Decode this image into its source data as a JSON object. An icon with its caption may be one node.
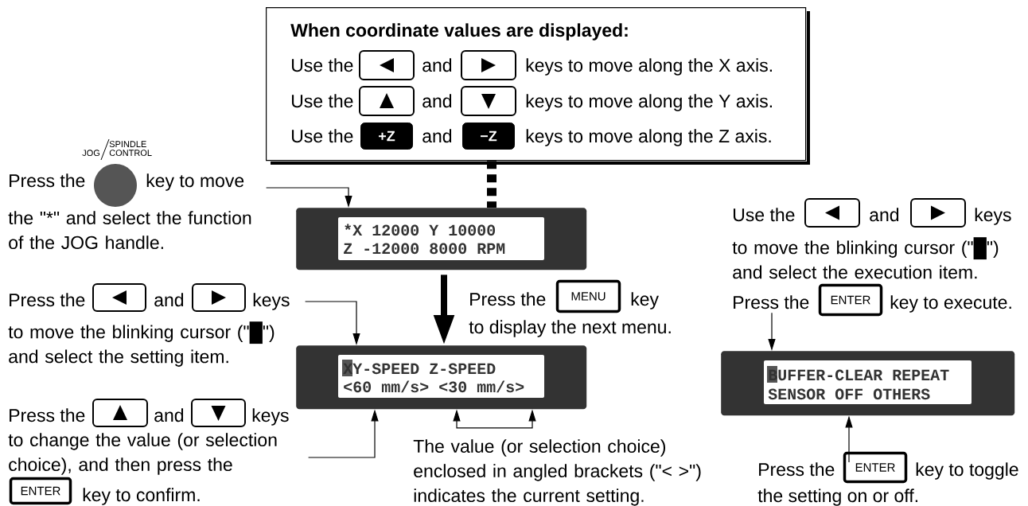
{
  "diagram": {
    "nodes": [
      {
        "text": [
          "When coordinate values are displayed:",
          "Use the",
          "and",
          "keys to move along the X axis.",
          "Use the",
          "and",
          "keys to move along the Y axis.",
          "Use the",
          "and",
          "keys to move along the Z axis."
        ]
      },
      {
        "text": [
          "+Z"
        ],
        "in": 0
      },
      {
        "text": [
          "−Z"
        ],
        "in": 0
      },
      {
        "text": [
          "*X 12000 Y 10000",
          "Z -12000 8000 RPM"
        ]
      },
      {
        "text": [
          "Press the",
          "key to move",
          "the \"*\" and select the function of the JOG handle."
        ]
      },
      {
        "text": [
          "JOG",
          "SPINDLE CONTROL"
        ]
      },
      {
        "text": [
          "Press the",
          "and",
          "keys",
          "to move the blinking cursor (\"█\") and select the setting item."
        ]
      },
      {
        "text": [
          "XY-SPEED Z-SPEED",
          "<60 mm/s> <30 mm/s>"
        ]
      },
      {
        "text": [
          "Press the",
          "and",
          "keys",
          "to change the value (or selection choice), and then press the",
          "key to confirm."
        ]
      },
      {
        "text": [
          "ENTER"
        ],
        "in": 8
      },
      {
        "text": [
          "Press the",
          "key",
          "to display the next menu."
        ]
      },
      {
        "text": [
          "MENU"
        ]
      },
      {
        "text": [
          "The value (or selection choice) enclosed in angled brackets (\"< >\") indicates the current setting."
        ]
      },
      {
        "text": [
          "Use the",
          "and",
          "keys",
          "to move the blinking cursor (\"█\") and select the execution item.",
          "Press the",
          "key to execute."
        ]
      },
      {
        "text": [
          "ENTER"
        ],
        "in": 13
      },
      {
        "text": [
          "BUFFER-CLEAR REPEAT",
          "SENSOR OFF OTHERS"
        ]
      },
      {
        "text": [
          "Press the",
          "key to toggle",
          "the setting on or off."
        ]
      },
      {
        "text": [
          "ENTER"
        ]
      }
    ],
    "edges": [
      {
        "from": 0,
        "to": 3,
        "arrow": "none",
        "style": "dashed"
      },
      {
        "from": 4,
        "to": 3,
        "arrow": "to"
      },
      {
        "from": 6,
        "to": 7,
        "arrow": "to"
      },
      {
        "from": 8,
        "to": 7,
        "arrow": "to"
      },
      {
        "from": 12,
        "to": 7,
        "arrow": "to"
      },
      {
        "from": 12,
        "to": 7,
        "arrow": "to"
      },
      {
        "from": 3,
        "to": 7,
        "arrow": "to",
        "style": "thick"
      },
      {
        "from": 13,
        "to": 15,
        "arrow": "to"
      },
      {
        "from": 16,
        "to": 15,
        "arrow": "to"
      }
    ]
  }
}
